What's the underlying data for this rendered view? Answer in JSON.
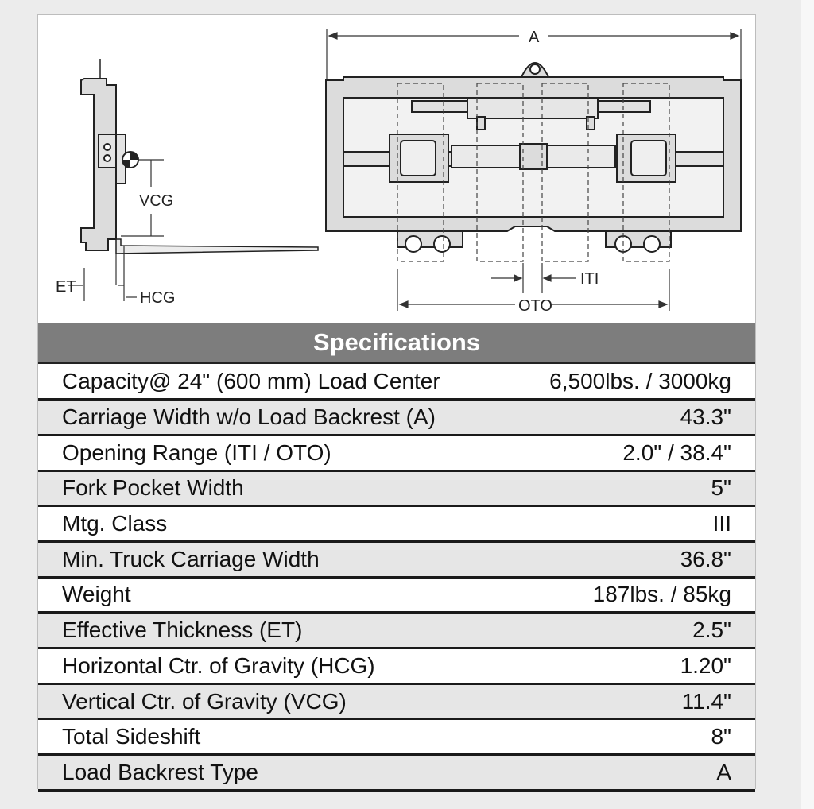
{
  "diagram": {
    "labels": {
      "a": "A",
      "vcg": "VCG",
      "et": "ET",
      "hcg": "HCG",
      "iti": "ITI",
      "oto": "OTO"
    }
  },
  "specifications": {
    "title": "Specifications",
    "rows": [
      {
        "label": "Capacity@ 24\" (600 mm) Load Center",
        "value": "6,500lbs. / 3000kg"
      },
      {
        "label": "Carriage Width w/o Load Backrest (A)",
        "value": "43.3\""
      },
      {
        "label": "Opening Range (ITI / OTO)",
        "value": "2.0\" / 38.4\""
      },
      {
        "label": "Fork Pocket Width",
        "value": "5\""
      },
      {
        "label": "Mtg. Class",
        "value": "III"
      },
      {
        "label": "Min. Truck Carriage Width",
        "value": "36.8\""
      },
      {
        "label": "Weight",
        "value": "187lbs. / 85kg"
      },
      {
        "label": "Effective Thickness (ET)",
        "value": "2.5\""
      },
      {
        "label": "Horizontal Ctr. of Gravity (HCG)",
        "value": "1.20\""
      },
      {
        "label": "Vertical Ctr. of Gravity (VCG)",
        "value": "11.4\""
      },
      {
        "label": "Total Sideshift",
        "value": "8\""
      },
      {
        "label": "Load Backrest Type",
        "value": "A"
      }
    ]
  }
}
